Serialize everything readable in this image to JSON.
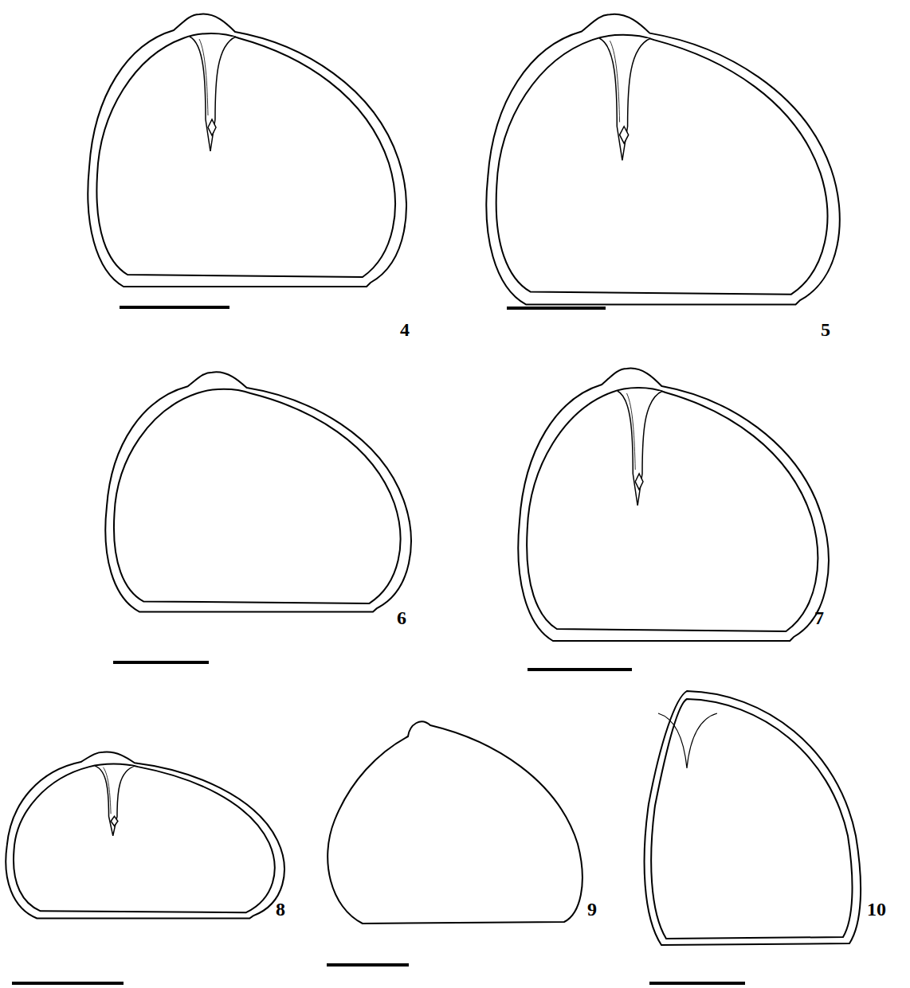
{
  "diagram": {
    "labels": [
      "4",
      "5",
      "6",
      "7",
      "8",
      "9",
      "10"
    ]
  }
}
